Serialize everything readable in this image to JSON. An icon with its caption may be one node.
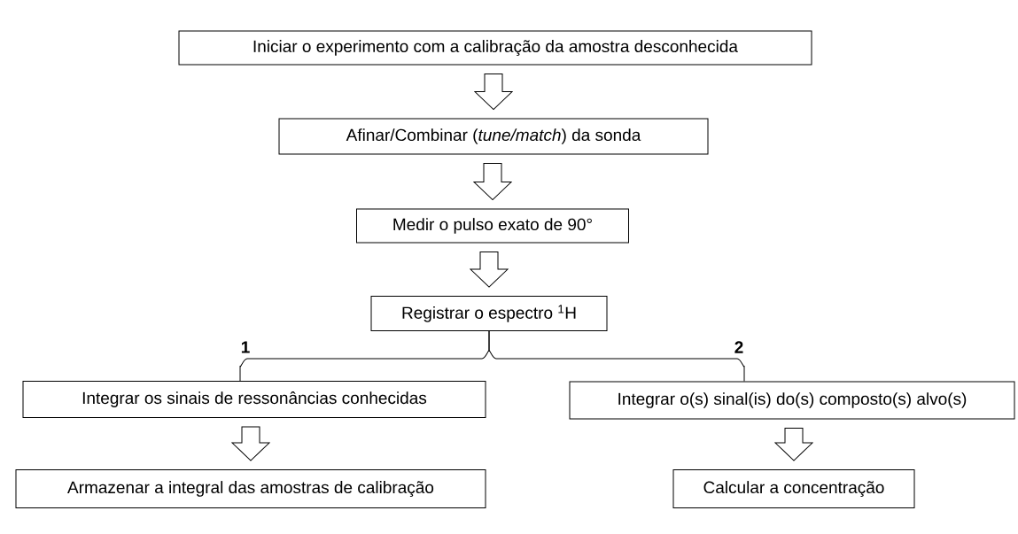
{
  "diagram": {
    "nodes": [
      {
        "text": [
          "Iniciar o experimento com a calibração da amostra desconhecida"
        ]
      },
      {
        "text": [
          "Afinar/Combinar (*tune/match*) da sonda"
        ]
      },
      {
        "text": [
          "Medir o pulso exato de 90°"
        ]
      },
      {
        "text": [
          "Registrar o espectro $^{1}$H"
        ]
      },
      {
        "text": [
          "Integrar os sinais de ressonâncias conhecidas"
        ]
      },
      {
        "text": [
          "Armazenar a integral das amostras de calibração"
        ]
      },
      {
        "text": [
          "Integrar o(s) sinal(is) do(s) composto(s) alvo(s)"
        ]
      },
      {
        "text": [
          "Calcular a concentração"
        ]
      }
    ],
    "edges": [
      {
        "from": 0,
        "to": 1,
        "arrow": "to"
      },
      {
        "from": 1,
        "to": 2,
        "arrow": "to"
      },
      {
        "from": 2,
        "to": 3,
        "arrow": "to"
      },
      {
        "from": 3,
        "to": 4,
        "arrow": "none",
        "label": "1"
      },
      {
        "from": 3,
        "to": 6,
        "arrow": "none",
        "label": "2"
      },
      {
        "from": 4,
        "to": 5,
        "arrow": "to"
      },
      {
        "from": 6,
        "to": 7,
        "arrow": "to"
      }
    ]
  }
}
